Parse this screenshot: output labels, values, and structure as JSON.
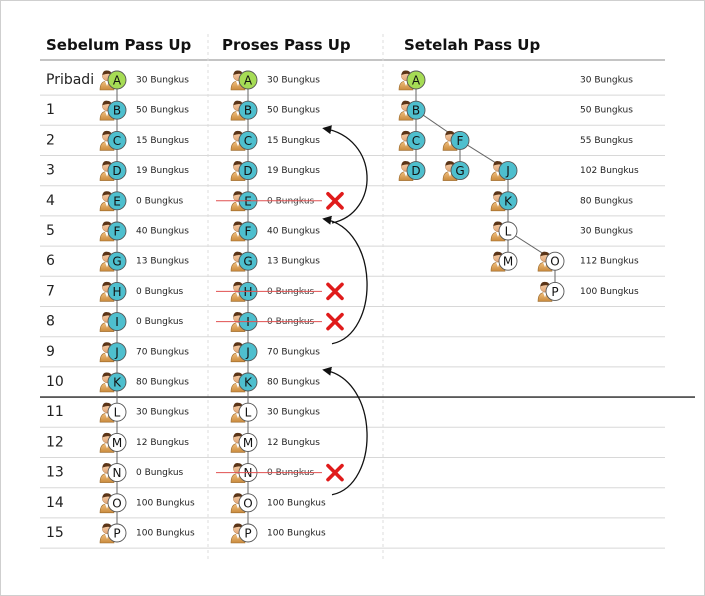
{
  "headers": {
    "before": "Sebelum Pass Up",
    "process": "Proses Pass Up",
    "after": "Setelah Pass Up"
  },
  "row_labels": [
    "Pribadi",
    "1",
    "2",
    "3",
    "4",
    "5",
    "6",
    "7",
    "8",
    "9",
    "10",
    "11",
    "12",
    "13",
    "14",
    "15"
  ],
  "members": [
    {
      "letter": "A",
      "amount": "30 Bungkus",
      "color": "green",
      "passed_up": false
    },
    {
      "letter": "B",
      "amount": "50 Bungkus",
      "color": "teal",
      "passed_up": false
    },
    {
      "letter": "C",
      "amount": "15 Bungkus",
      "color": "teal",
      "passed_up": false
    },
    {
      "letter": "D",
      "amount": "19 Bungkus",
      "color": "teal",
      "passed_up": false
    },
    {
      "letter": "E",
      "amount": "0 Bungkus",
      "color": "teal",
      "passed_up": true
    },
    {
      "letter": "F",
      "amount": "40 Bungkus",
      "color": "teal",
      "passed_up": false
    },
    {
      "letter": "G",
      "amount": "13 Bungkus",
      "color": "teal",
      "passed_up": false
    },
    {
      "letter": "H",
      "amount": "0 Bungkus",
      "color": "teal",
      "passed_up": true
    },
    {
      "letter": "I",
      "amount": "0 Bungkus",
      "color": "teal",
      "passed_up": true
    },
    {
      "letter": "J",
      "amount": "70 Bungkus",
      "color": "teal",
      "passed_up": false
    },
    {
      "letter": "K",
      "amount": "80 Bungkus",
      "color": "teal",
      "passed_up": false
    },
    {
      "letter": "L",
      "amount": "30 Bungkus",
      "color": "white",
      "passed_up": false
    },
    {
      "letter": "M",
      "amount": "12 Bungkus",
      "color": "white",
      "passed_up": false
    },
    {
      "letter": "N",
      "amount": "0 Bungkus",
      "color": "white",
      "passed_up": true
    },
    {
      "letter": "O",
      "amount": "100 Bungkus",
      "color": "white",
      "passed_up": false
    },
    {
      "letter": "P",
      "amount": "100 Bungkus",
      "color": "white",
      "passed_up": false
    }
  ],
  "after_tree": {
    "rows": [
      {
        "nodes": [
          "A"
        ],
        "amount": "30 Bungkus"
      },
      {
        "nodes": [
          "B"
        ],
        "amount": "50 Bungkus"
      },
      {
        "nodes": [
          "C",
          "F"
        ],
        "amount": "55 Bungkus"
      },
      {
        "nodes": [
          "D",
          "G",
          "J"
        ],
        "amount": "102 Bungkus"
      },
      {
        "nodes": [
          "K"
        ],
        "amount": "80 Bungkus"
      },
      {
        "nodes": [
          "L"
        ],
        "amount": "30 Bungkus"
      },
      {
        "nodes": [
          "M",
          "O"
        ],
        "amount": "112 Bungkus"
      },
      {
        "nodes": [
          "P"
        ],
        "amount": "100 Bungkus"
      }
    ],
    "edges": [
      [
        "A",
        "B"
      ],
      [
        "B",
        "C"
      ],
      [
        "C",
        "D"
      ],
      [
        "B",
        "F"
      ],
      [
        "F",
        "G"
      ],
      [
        "F",
        "J"
      ],
      [
        "J",
        "K"
      ],
      [
        "K",
        "L"
      ],
      [
        "L",
        "M"
      ],
      [
        "L",
        "O"
      ],
      [
        "O",
        "P"
      ]
    ]
  },
  "arrows": [
    [
      "F",
      "C"
    ],
    [
      "J",
      "F"
    ],
    [
      "O",
      "K"
    ]
  ],
  "colors": {
    "green": "#a6dc55",
    "teal": "#4ebfce",
    "white": "#ffffff",
    "cross": "#e01b1b",
    "strike": "#e05050",
    "rule": "#d8d8d8",
    "divider": "#222222"
  },
  "icons": [
    "person-icon",
    "cross-icon",
    "pass-up-arrow-icon"
  ]
}
